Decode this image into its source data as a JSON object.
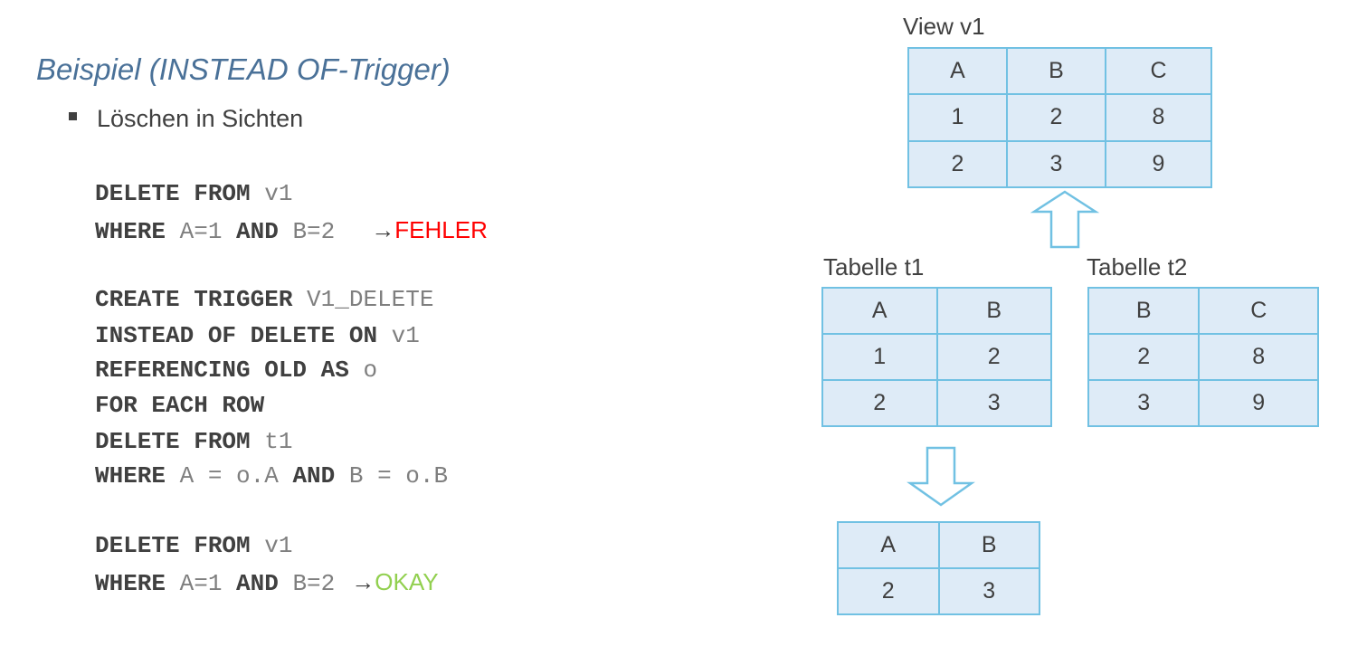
{
  "slide": {
    "title": "Beispiel (INSTEAD OF-Trigger)",
    "bullet": "Löschen in Sichten"
  },
  "code": {
    "block1": {
      "l1": {
        "kw1": "DELETE FROM",
        "txt1": " v1"
      },
      "l2": {
        "kw1": "WHERE",
        "txt1": " A=1 ",
        "kw2": "AND",
        "txt2": " B=2",
        "arrow": "→",
        "result": "FEHLER"
      }
    },
    "block2": {
      "l1": {
        "kw1": "CREATE TRIGGER",
        "txt1": " V1_DELETE"
      },
      "l2": {
        "kw1": "INSTEAD OF DELETE ON",
        "txt1": " v1"
      },
      "l3": {
        "kw1": "REFERENCING OLD AS",
        "txt1": " o"
      },
      "l4": {
        "kw1": "FOR EACH ROW"
      },
      "l5": {
        "kw1": "DELETE FROM",
        "txt1": " t1"
      },
      "l6": {
        "kw1": "WHERE",
        "txt1": " A = o.A ",
        "kw2": "AND",
        "txt2": " B = o.B"
      }
    },
    "block3": {
      "l1": {
        "kw1": "DELETE FROM",
        "txt1": " v1"
      },
      "l2": {
        "kw1": "WHERE",
        "txt1": " A=1 ",
        "kw2": "AND",
        "txt2": " B=2",
        "arrow": "→",
        "result": "OKAY"
      }
    }
  },
  "tables": {
    "view_v1": {
      "label": "View v1",
      "header": [
        "A",
        "B",
        "C"
      ],
      "rows": [
        [
          "1",
          "2",
          "8"
        ],
        [
          "2",
          "3",
          "9"
        ]
      ]
    },
    "t1": {
      "label": "Tabelle t1",
      "header": [
        "A",
        "B"
      ],
      "rows": [
        [
          "1",
          "2"
        ],
        [
          "2",
          "3"
        ]
      ]
    },
    "t2": {
      "label": "Tabelle t2",
      "header": [
        "B",
        "C"
      ],
      "rows": [
        [
          "2",
          "8"
        ],
        [
          "3",
          "9"
        ]
      ]
    },
    "t1_after": {
      "header": [
        "A",
        "B"
      ],
      "rows": [
        [
          "2",
          "3"
        ]
      ]
    }
  },
  "colors": {
    "title": "#4a7198",
    "error": "#ff0000",
    "ok": "#92d050",
    "table_fill": "#deebf7",
    "table_border": "#71c1e3"
  }
}
